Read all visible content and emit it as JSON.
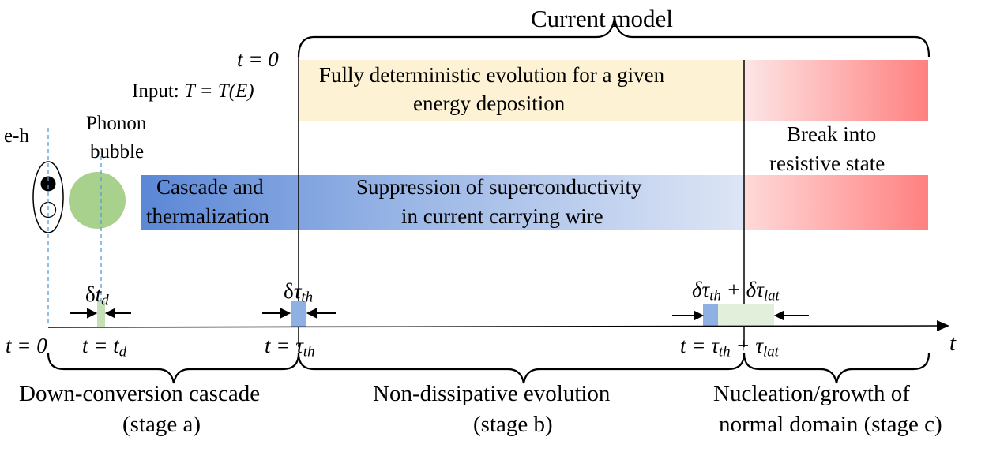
{
  "title": "Current model",
  "init": {
    "t0": "t = 0",
    "input_prefix": "Input: ",
    "input_formula": "T = T(E)"
  },
  "deterministic_box": {
    "line1": "Fully deterministic evolution for a given",
    "line2": "energy deposition"
  },
  "break_box": {
    "line1": "Break into",
    "line2": "resistive state"
  },
  "left_labels": {
    "eh": "e-h",
    "phonon1": "Phonon",
    "phonon2": "bubble"
  },
  "cascade_box": {
    "line1": "Cascade and",
    "line2": "thermalization"
  },
  "suppression_box": {
    "line1": "Suppression of superconductivity",
    "line2": "in current carrying wire"
  },
  "intervals": {
    "d_td_delta": "δ",
    "d_td_var": "t",
    "d_td_sub": "d",
    "d_tau_delta": "δ",
    "d_tau_var": "τ",
    "d_tau_sub": "th",
    "d_lat_a": "δτ",
    "d_lat_sub1": "th",
    "d_lat_plus": " + δτ",
    "d_lat_sub2": "lat"
  },
  "ticks": {
    "t0": "t = 0",
    "td_main": "t = t",
    "td_sub": "d",
    "tth_main": "t = τ",
    "tth_sub": "th",
    "tlat_main": "t = τ",
    "tlat_sub1": "th",
    "tlat_plus": " + τ",
    "tlat_sub2": "lat",
    "axis": "t"
  },
  "stages": {
    "a1": "Down-conversion cascade",
    "a2": "(stage a)",
    "b1": "Non-dissipative evolution",
    "b2": "(stage b)",
    "c1": "Nucleation/growth of",
    "c2": "normal domain (stage c)"
  },
  "colors": {
    "yellow": "#fdf2d4",
    "blue_dark": "#5b87d6",
    "blue_light": "#dce4f4",
    "red_light": "#fde3e3",
    "red_dark": "#ff7f7f",
    "green": "#a9d18e",
    "green_light": "#e2efda",
    "blue_small": "#8fb0e3",
    "dash": "#5b9bd5"
  }
}
